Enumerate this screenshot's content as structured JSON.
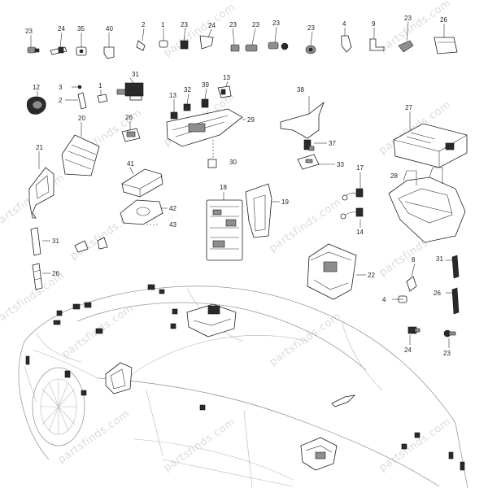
{
  "watermark": "partsfinds.com",
  "callouts": [
    "23",
    "24",
    "35",
    "40",
    "2",
    "1",
    "23",
    "24",
    "23",
    "23",
    "23",
    "23",
    "4",
    "9",
    "23",
    "26",
    "12",
    "3",
    "2",
    "1",
    "31",
    "13",
    "32",
    "39",
    "13",
    "38",
    "27",
    "20",
    "26",
    "29",
    "21",
    "37",
    "30",
    "33",
    "41",
    "18",
    "19",
    "17",
    "28",
    "42",
    "43",
    "14",
    "31",
    "26",
    "22",
    "8",
    "31",
    "4",
    "26",
    "24",
    "23"
  ]
}
